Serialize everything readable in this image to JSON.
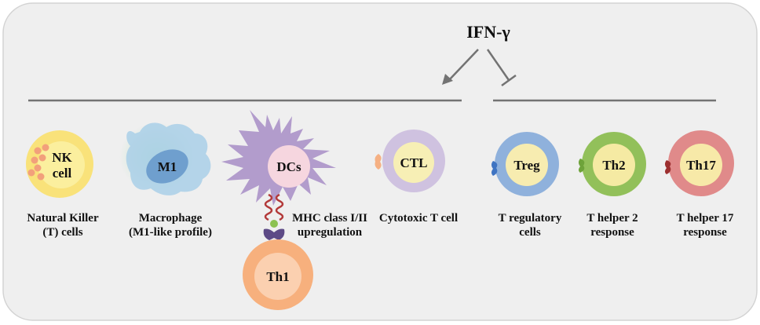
{
  "title": "IFN-γ",
  "colors": {
    "panel_fill": "#efefef",
    "panel_stroke": "#d3d3d3",
    "line": "#737373",
    "nk_outer": "#f9e27a",
    "nk_inner": "#fbef9e",
    "nk_granule": "#f2a07b",
    "macrophage": "#a9cfe8",
    "macrophage_glow": "#b8e2c4",
    "m1_nucleus": "#6f9fce",
    "dc_body": "#b29ccc",
    "dc_nucleus": "#f6d6df",
    "th1_outer": "#f7b07d",
    "th1_inner": "#fbd0b0",
    "ctl_outer": "#cfc2e0",
    "ctl_inner": "#f7efb5",
    "treg_outer": "#8fb1dc",
    "treg_inner": "#f7ecb0",
    "th2_outer": "#92c05a",
    "th2_inner": "#f5eaa3",
    "th17_outer": "#e08a8a",
    "th17_inner": "#f7e9a8",
    "mhc_red": "#b33a3a",
    "peptide_green": "#8cc251",
    "tcr_purple": "#5d4a86"
  },
  "cells": {
    "nk": {
      "label_line1": "NK",
      "label_line2": "cell",
      "caption_line1": "Natural Killer",
      "caption_line2": "(T) cells"
    },
    "macrophage": {
      "label": "M1",
      "caption_line1": "Macrophage",
      "caption_line2": "(M1-like profile)"
    },
    "dc": {
      "label": "DCs",
      "caption_line1": "MHC class I/II",
      "caption_line2": "upregulation"
    },
    "th1": {
      "label": "Th1"
    },
    "ctl": {
      "label": "CTL",
      "caption_line1": "Cytotoxic  T cell"
    },
    "treg": {
      "label": "Treg",
      "caption_line1": "T regulatory",
      "caption_line2": "cells"
    },
    "th2": {
      "label": "Th2",
      "caption_line1": "T helper 2",
      "caption_line2": "response"
    },
    "th17": {
      "label": "Th17",
      "caption_line1": "T helper 17",
      "caption_line2": "response"
    }
  }
}
